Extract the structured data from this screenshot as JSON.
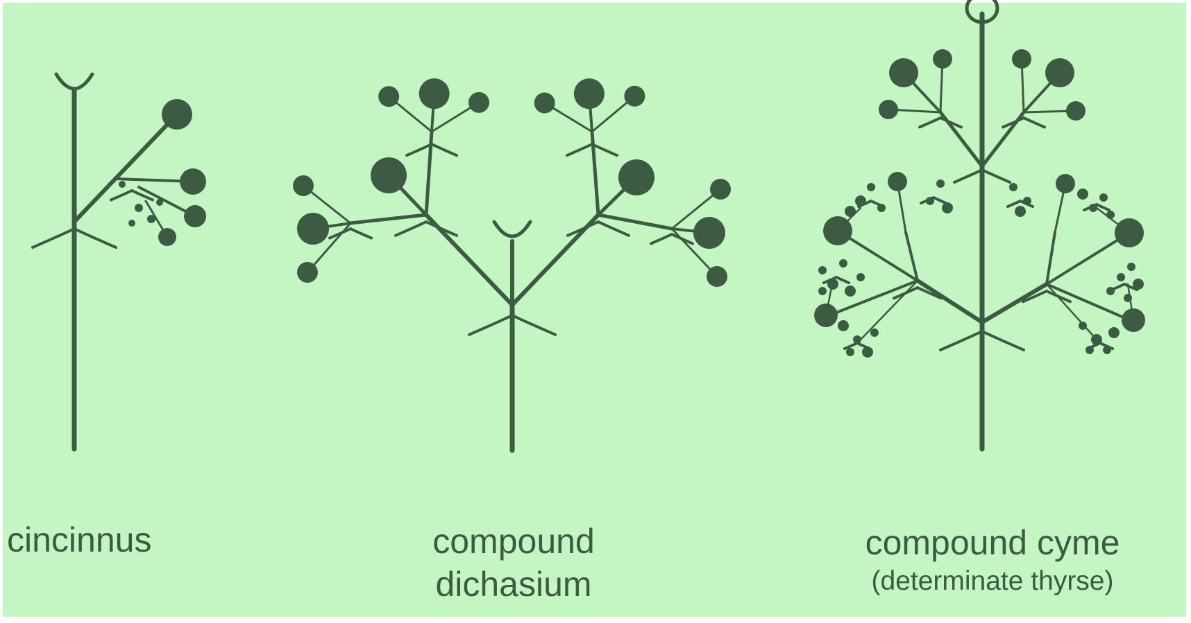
{
  "colors": {
    "background": "#c3f6c3",
    "ink": "#3d5a42",
    "page_border": "#ffffff"
  },
  "diagrams": [
    {
      "id": "cincinnus",
      "label_lines": [
        "cincinnus"
      ]
    },
    {
      "id": "compound-dichasium",
      "label_lines": [
        "compound",
        "dichasium"
      ]
    },
    {
      "id": "compound-cyme",
      "label_lines": [
        "compound cyme",
        "(determinate thyrse)"
      ]
    }
  ]
}
